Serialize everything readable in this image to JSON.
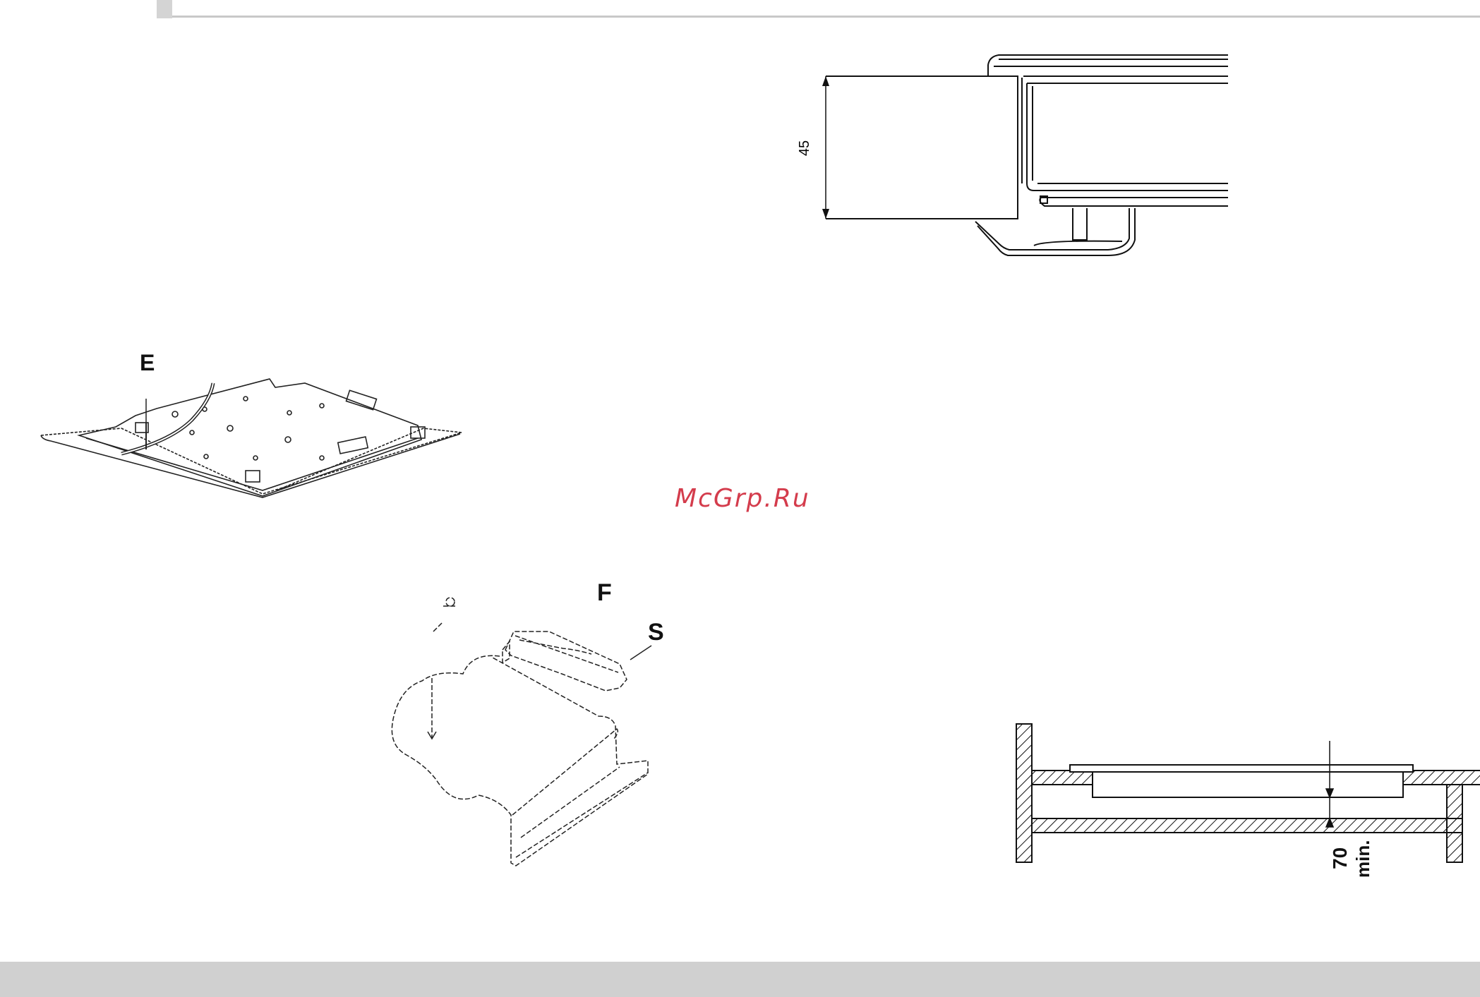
{
  "page": {
    "watermark": "McGrp.Ru"
  },
  "figures": {
    "side_section": {
      "dimension_label": "45"
    },
    "hob_underside": {
      "label_e": "E"
    },
    "bracket": {
      "label_f": "F",
      "label_s": "S"
    },
    "clearance": {
      "dimension_value": "70",
      "dimension_unit": "min."
    }
  }
}
